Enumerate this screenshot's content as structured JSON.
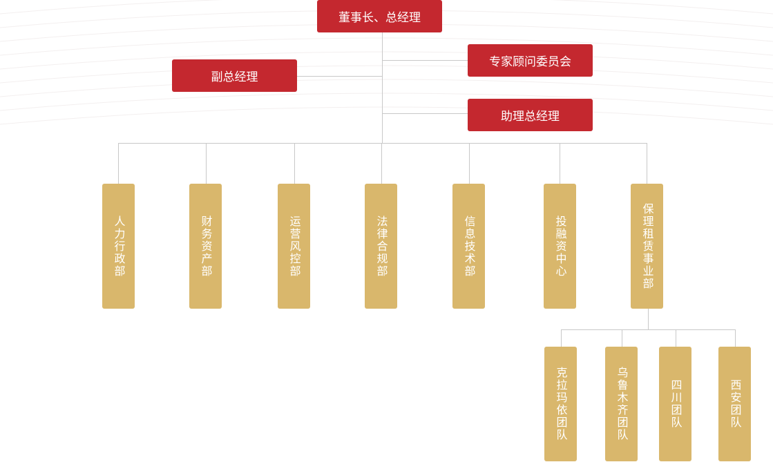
{
  "colors": {
    "executive": "#c4282f",
    "department": "#d9b76c",
    "connector": "#c8c8c8"
  },
  "top": {
    "label": "董事长、总经理"
  },
  "advisors": {
    "vice_gm": "副总经理",
    "expert_committee": "专家顾问委员会",
    "assistant_gm": "助理总经理"
  },
  "departments": [
    "人力行政部",
    "财务资产部",
    "运营风控部",
    "法律合规部",
    "信息技术部",
    "投融资中心",
    "保理租赁事业部"
  ],
  "teams": [
    "克拉玛依团队",
    "乌鲁木齐团队",
    "四川团队",
    "西安团队"
  ]
}
